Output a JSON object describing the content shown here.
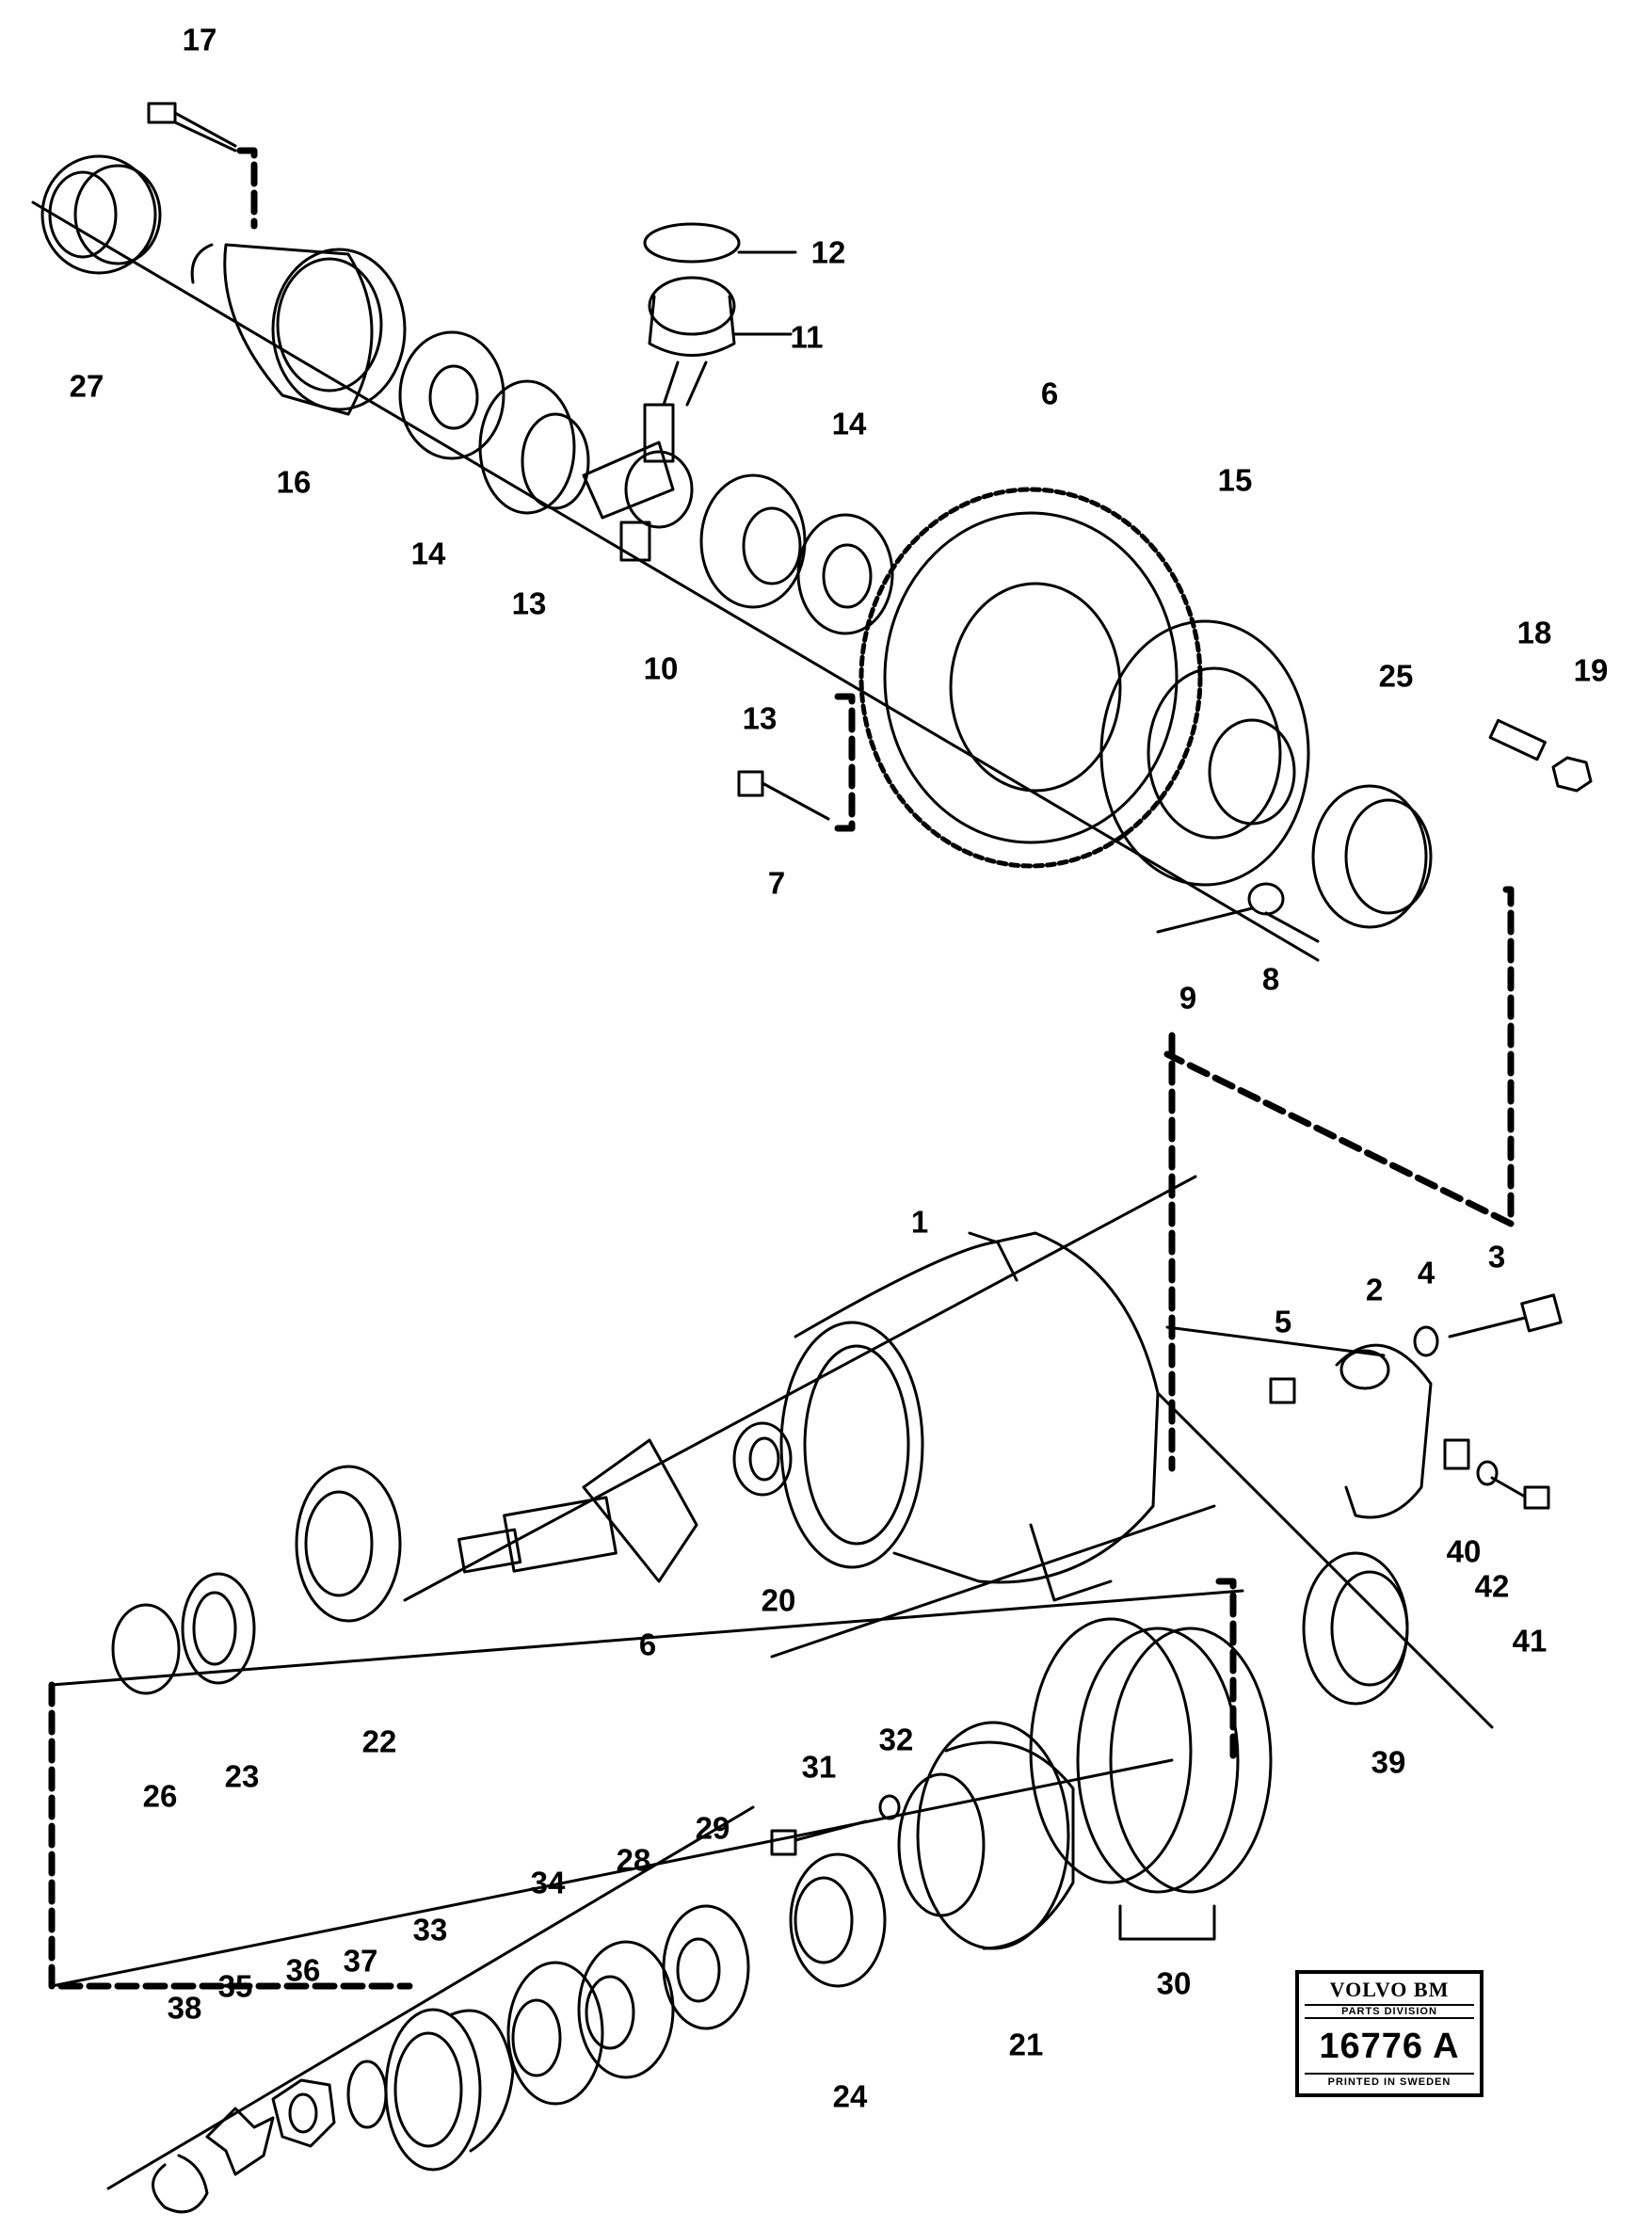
{
  "diagram": {
    "part_labels": [
      "17",
      "27",
      "16",
      "14",
      "13",
      "10",
      "12",
      "11",
      "14",
      "13",
      "6",
      "15",
      "18",
      "19",
      "25",
      "7",
      "9",
      "8",
      "1",
      "5",
      "2",
      "4",
      "3",
      "20",
      "6",
      "26",
      "23",
      "22",
      "40",
      "42",
      "41",
      "39",
      "31",
      "32",
      "29",
      "28",
      "34",
      "33",
      "37",
      "36",
      "35",
      "38",
      "24",
      "21",
      "30"
    ]
  },
  "stamp": {
    "brand": "VOLVO BM",
    "division": "PARTS DIVISION",
    "number": "16776 A",
    "printed": "PRINTED IN SWEDEN"
  }
}
